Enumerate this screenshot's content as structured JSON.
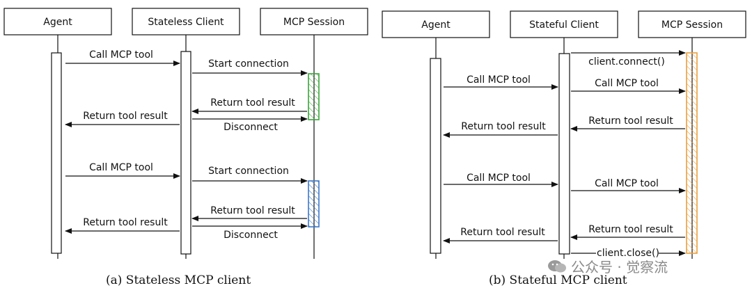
{
  "panel_a": {
    "participants": {
      "agent": "Agent",
      "client": "Stateless Client",
      "session": "MCP Session"
    },
    "messages": {
      "call1": "Call MCP tool",
      "start1": "Start connection",
      "ret_session1": "Return tool result",
      "ret_agent1": "Return tool result",
      "disc1": "Disconnect",
      "call2": "Call MCP tool",
      "start2": "Start connection",
      "ret_session2": "Return tool result",
      "ret_agent2": "Return tool result",
      "disc2": "Disconnect"
    },
    "caption": "(a) Stateless MCP client"
  },
  "panel_b": {
    "participants": {
      "agent": "Agent",
      "client": "Stateful Client",
      "session": "MCP Session"
    },
    "messages": {
      "connect": "client.connect()",
      "call_agent1": "Call MCP tool",
      "call_session1": "Call MCP tool",
      "ret_session1": "Return tool result",
      "ret_agent1": "Return tool result",
      "call_agent2": "Call MCP tool",
      "call_session2": "Call MCP tool",
      "ret_session2": "Return tool result",
      "ret_agent2": "Return tool result",
      "close": "client.close()"
    },
    "caption": "(b) Stateful MCP client"
  },
  "watermark": "公众号 · 觉察流",
  "colors": {
    "line": "#111111",
    "session_a1": "#3aa53a",
    "session_a2": "#3c78c8",
    "session_b": "#e8a040"
  }
}
